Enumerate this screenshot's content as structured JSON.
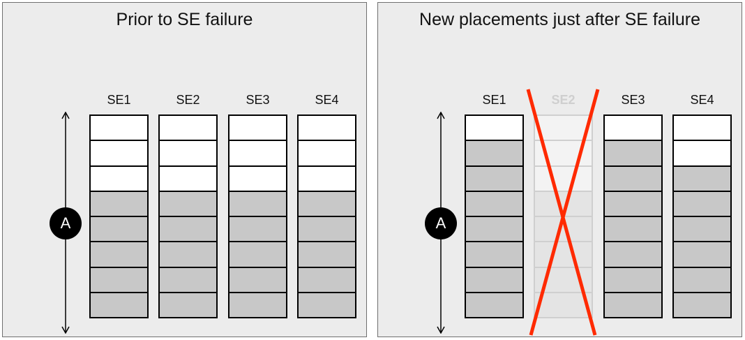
{
  "panels": [
    {
      "title": "Prior to SE failure",
      "badge": "A",
      "columns": [
        {
          "label": "SE1",
          "failed": false,
          "used": [
            false,
            false,
            false,
            true,
            true,
            true,
            true,
            true
          ]
        },
        {
          "label": "SE2",
          "failed": false,
          "used": [
            false,
            false,
            false,
            true,
            true,
            true,
            true,
            true
          ]
        },
        {
          "label": "SE3",
          "failed": false,
          "used": [
            false,
            false,
            false,
            true,
            true,
            true,
            true,
            true
          ]
        },
        {
          "label": "SE4",
          "failed": false,
          "used": [
            false,
            false,
            false,
            true,
            true,
            true,
            true,
            true
          ]
        }
      ]
    },
    {
      "title": "New placements just after SE failure",
      "badge": "A",
      "columns": [
        {
          "label": "SE1",
          "failed": false,
          "used": [
            false,
            true,
            true,
            true,
            true,
            true,
            true,
            true
          ]
        },
        {
          "label": "SE2",
          "failed": true,
          "used": [
            false,
            false,
            false,
            true,
            true,
            true,
            true,
            true
          ]
        },
        {
          "label": "SE3",
          "failed": false,
          "used": [
            false,
            true,
            true,
            true,
            true,
            true,
            true,
            true
          ]
        },
        {
          "label": "SE4",
          "failed": false,
          "used": [
            false,
            false,
            true,
            true,
            true,
            true,
            true,
            true
          ]
        }
      ]
    }
  ],
  "colors": {
    "panel_bg": "#ececec",
    "used_cell": "#c8c8c8",
    "free_cell": "#ffffff",
    "failed_cross": "#ff2a00"
  },
  "icons": {
    "badge": "circle-label-icon",
    "cross": "failure-cross-icon",
    "arrow": "double-headed-arrow-icon"
  }
}
